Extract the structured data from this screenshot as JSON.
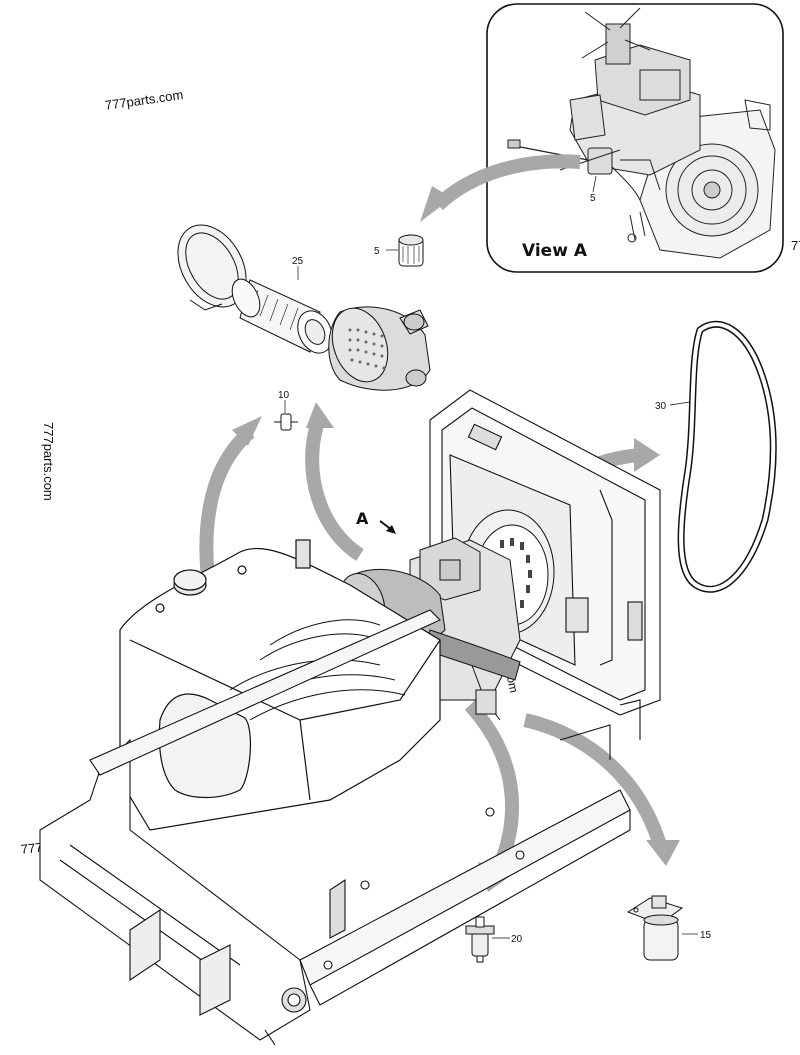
{
  "watermarks": [
    "777parts.com",
    "777parts.com",
    "777parts.com",
    "77",
    "777parts.com"
  ],
  "view_a": {
    "title": "View A",
    "callout": "5"
  },
  "view_marker": "A",
  "callouts": {
    "p5": "5",
    "p25": "25",
    "p10": "10",
    "p30": "30",
    "p20": "20",
    "p15": "15"
  }
}
